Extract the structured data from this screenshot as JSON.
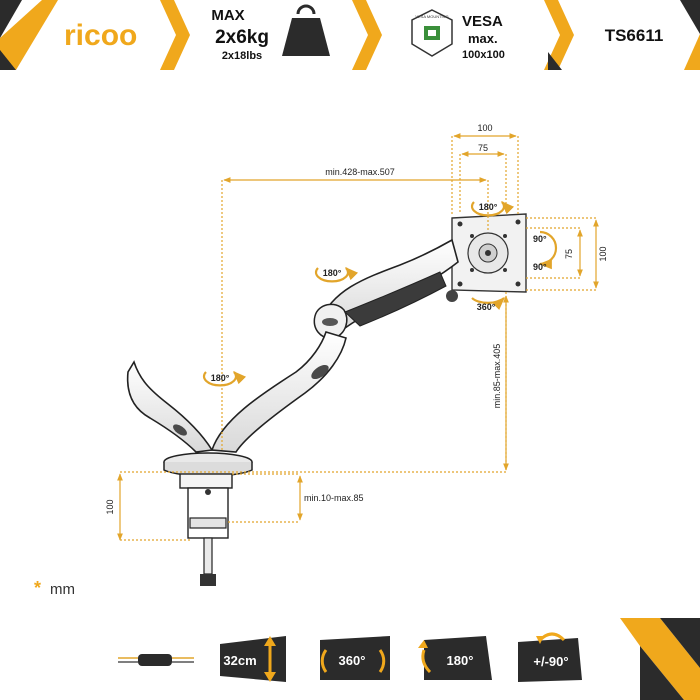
{
  "colors": {
    "accent": "#f0a81c",
    "dark": "#2b2b2b",
    "dimension_line": "#e2a52b",
    "text": "#222222"
  },
  "header": {
    "logo": "ricoo",
    "max_label": "MAX",
    "max_load": "2x6kg",
    "max_load_lbs": "2x18lbs",
    "weight_icon": "weight-icon",
    "vesa_label": "VESA",
    "vesa_max": "max.",
    "vesa_size": "100x100",
    "vesa_badge_text": "VESA MOUNTING",
    "vesa_icon": "vesa-shield-icon",
    "model": "TS6611"
  },
  "diagram": {
    "top_width_outer": "100",
    "top_width_inner": "75",
    "reach": "min.428-max.507",
    "right_height_outer": "100",
    "right_height_inner": "75",
    "tilt_up": "90°",
    "tilt_down": "90°",
    "plate_rotation": "180°",
    "plate_swivel": "360°",
    "elbow_rotation": "180°",
    "base_rotation": "180°",
    "height_range": "min.85-max.405",
    "clamp_height": "100",
    "desk_thickness": "min.10-max.85"
  },
  "legend": {
    "unit_star": "*",
    "unit": "mm"
  },
  "footer": {
    "badges": [
      {
        "label": "32cm",
        "icon": "height-arrow-icon"
      },
      {
        "label": "360°",
        "icon": "rotate-circle-icon"
      },
      {
        "label": "180°",
        "icon": "tilt-arrow-icon"
      },
      {
        "label": "+/-90°",
        "icon": "pivot-arrow-icon"
      }
    ],
    "cable_icon": "cable-sleeve-icon"
  }
}
